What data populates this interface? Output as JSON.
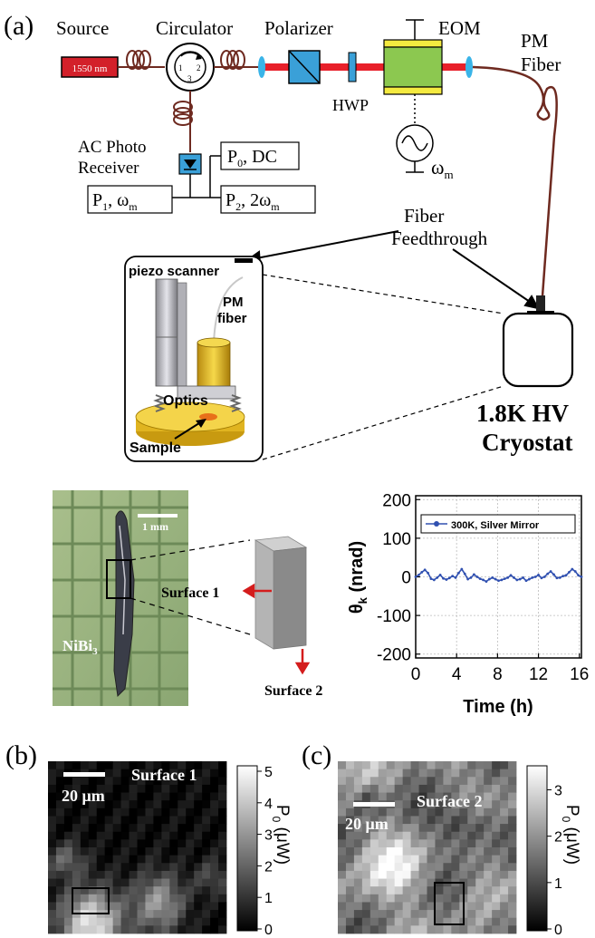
{
  "panel_labels": {
    "a": "(a)",
    "b": "(b)",
    "c": "(c)"
  },
  "setup": {
    "source_label": "Source",
    "source_wavelength": "1550 nm",
    "circulator_label": "Circulator",
    "circulator_ports": [
      "1",
      "2",
      "3"
    ],
    "polarizer_label": "Polarizer",
    "eom_label": "EOM",
    "hwp_label": "HWP",
    "pm_fiber_label_line1": "PM",
    "pm_fiber_label_line2": "Fiber",
    "photoreceiver_line1": "AC Photo",
    "photoreceiver_line2": "Receiver",
    "p0_box": {
      "base": "P",
      "sub": "0",
      "rest": ", DC"
    },
    "p1_box": {
      "base": "P",
      "sub": "1",
      "mid": ", ω",
      "sub2": "m"
    },
    "p2_box": {
      "base": "P",
      "sub": "2",
      "mid": ", 2ω",
      "sub2": "m"
    },
    "omega_label": {
      "base": "ω",
      "sub": "m"
    },
    "fiber_feedthrough_line1": "Fiber",
    "fiber_feedthrough_line2": "Feedthrough",
    "cryostat_line1": "1.8K HV",
    "cryostat_line2": "Cryostat",
    "inset": {
      "piezo_label": "piezo scanner",
      "pm_line1": "PM",
      "pm_line2": "fiber",
      "optics_label": "Optics",
      "sample_label": "Sample"
    },
    "colors": {
      "source_red": "#d3202a",
      "beam_red": "#e8202a",
      "polarizer_blue": "#3aa0d8",
      "eom_green": "#8cc850",
      "eom_yellow": "#f4ea40",
      "lens_cyan": "#3ab4e8",
      "fiber_brown": "#6e2a20",
      "mount_gold": "#e8c020"
    }
  },
  "sample_photo": {
    "material_base": "NiBi",
    "material_sub": "3",
    "scale_bar_label": "1 mm"
  },
  "block": {
    "surface1_label": "Surface 1",
    "surface2_label": "Surface 2"
  },
  "chart_data": {
    "type": "line",
    "xlabel": "Time (h)",
    "ylabel_base": "θ",
    "ylabel_sub": "k",
    "ylabel_rest": " (nrad)",
    "xlim": [
      0,
      16.2
    ],
    "ylim": [
      -210,
      210
    ],
    "xticks": [
      0,
      4,
      8,
      12,
      16
    ],
    "yticks": [
      -200,
      -100,
      0,
      100,
      200
    ],
    "grid": true,
    "legend_position": "top",
    "series": [
      {
        "name": "300K, Silver Mirror",
        "color": "#3050b0",
        "x": [
          0.0,
          0.3,
          0.6,
          0.9,
          1.2,
          1.5,
          1.8,
          2.1,
          2.4,
          2.7,
          3.0,
          3.3,
          3.6,
          3.9,
          4.2,
          4.5,
          4.8,
          5.1,
          5.4,
          5.7,
          6.0,
          6.3,
          6.6,
          6.9,
          7.2,
          7.5,
          7.8,
          8.1,
          8.4,
          8.7,
          9.0,
          9.3,
          9.6,
          9.9,
          10.2,
          10.5,
          10.8,
          11.1,
          11.4,
          11.7,
          12.0,
          12.3,
          12.6,
          12.9,
          13.2,
          13.5,
          13.8,
          14.1,
          14.4,
          14.7,
          15.0,
          15.3,
          15.6,
          15.9,
          16.2
        ],
        "y": [
          0,
          5,
          12,
          18,
          10,
          -5,
          -8,
          -2,
          5,
          -4,
          -7,
          -3,
          2,
          -2,
          10,
          20,
          8,
          -6,
          -2,
          6,
          0,
          -5,
          -8,
          -12,
          -6,
          -2,
          -6,
          -10,
          -8,
          -5,
          -2,
          4,
          -2,
          -8,
          -6,
          -2,
          -10,
          -6,
          -2,
          0,
          5,
          -3,
          0,
          8,
          14,
          6,
          -3,
          -2,
          2,
          4,
          12,
          20,
          14,
          4,
          0
        ]
      }
    ]
  },
  "heatmap_b": {
    "surface_label": "Surface 1",
    "scale_label": "20 μm",
    "colorbar_ticks": [
      "0",
      "1",
      "2",
      "3",
      "4",
      "5"
    ],
    "colorbar_label_base": "P",
    "colorbar_label_sub": "0",
    "colorbar_label_rest": " (μW)"
  },
  "heatmap_c": {
    "surface_label": "Surface 2",
    "scale_label": "20 μm",
    "colorbar_ticks": [
      "0",
      "1",
      "2",
      "3"
    ],
    "colorbar_label_base": "P",
    "colorbar_label_sub": "0",
    "colorbar_label_rest": " (μW)"
  }
}
